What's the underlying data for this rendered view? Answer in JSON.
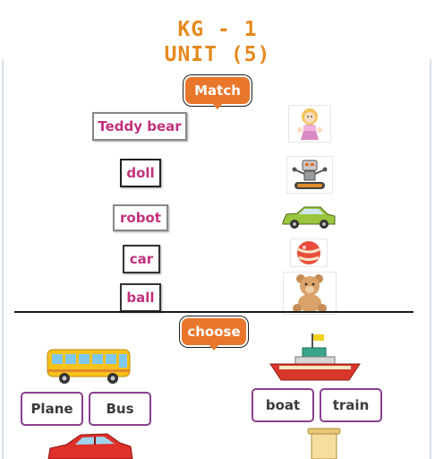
{
  "header": {
    "line1": "KG - 1",
    "line2": "UNIT (5)"
  },
  "match_section": {
    "tag": "Match",
    "words": [
      "Teddy bear",
      "doll",
      "robot",
      "car",
      "ball"
    ]
  },
  "choose_section": {
    "tag": "choose",
    "left_options": [
      "Plane",
      "Bus"
    ],
    "right_options": [
      "boat",
      "train"
    ]
  },
  "colors": {
    "title": "#e58a1f",
    "tag_background": "#e8762b",
    "match_word_text": "#c2317c",
    "choice_border": "#8a3f8e"
  },
  "icons": [
    "doll-image",
    "robot-image",
    "car-image",
    "ball-image",
    "teddy-bear-image",
    "bus-image",
    "boat-image",
    "car-image",
    "jar-image"
  ]
}
